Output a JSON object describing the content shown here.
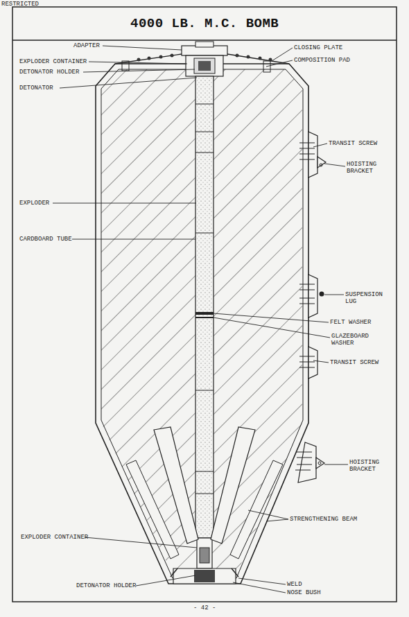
{
  "diagram": {
    "title": "4000 LB. M.C. BOMB",
    "labels": [
      "RESTRICTED",
      "ADAPTER",
      "EXPLODER CONTAINER",
      "DETONATOR HOLDER",
      "DETONATOR",
      "CLOSING PLATE",
      "COMPOSITION PAD",
      "TRANSIT SCREW",
      "HOISTING BRACKET",
      "EXPLODER",
      "CARDBOARD TUBE",
      "SUSPENSION LUG",
      "FELT WASHER",
      "GLAZEBOARD WASHER",
      "TRANSIT SCREW",
      "HOISTING BRACKET",
      "STRENGTHENING BEAM",
      "EXPLODER CONTAINER",
      "DETONATOR HOLDER",
      "WELD",
      "NOSE BUSH",
      "- 42 -"
    ]
  }
}
